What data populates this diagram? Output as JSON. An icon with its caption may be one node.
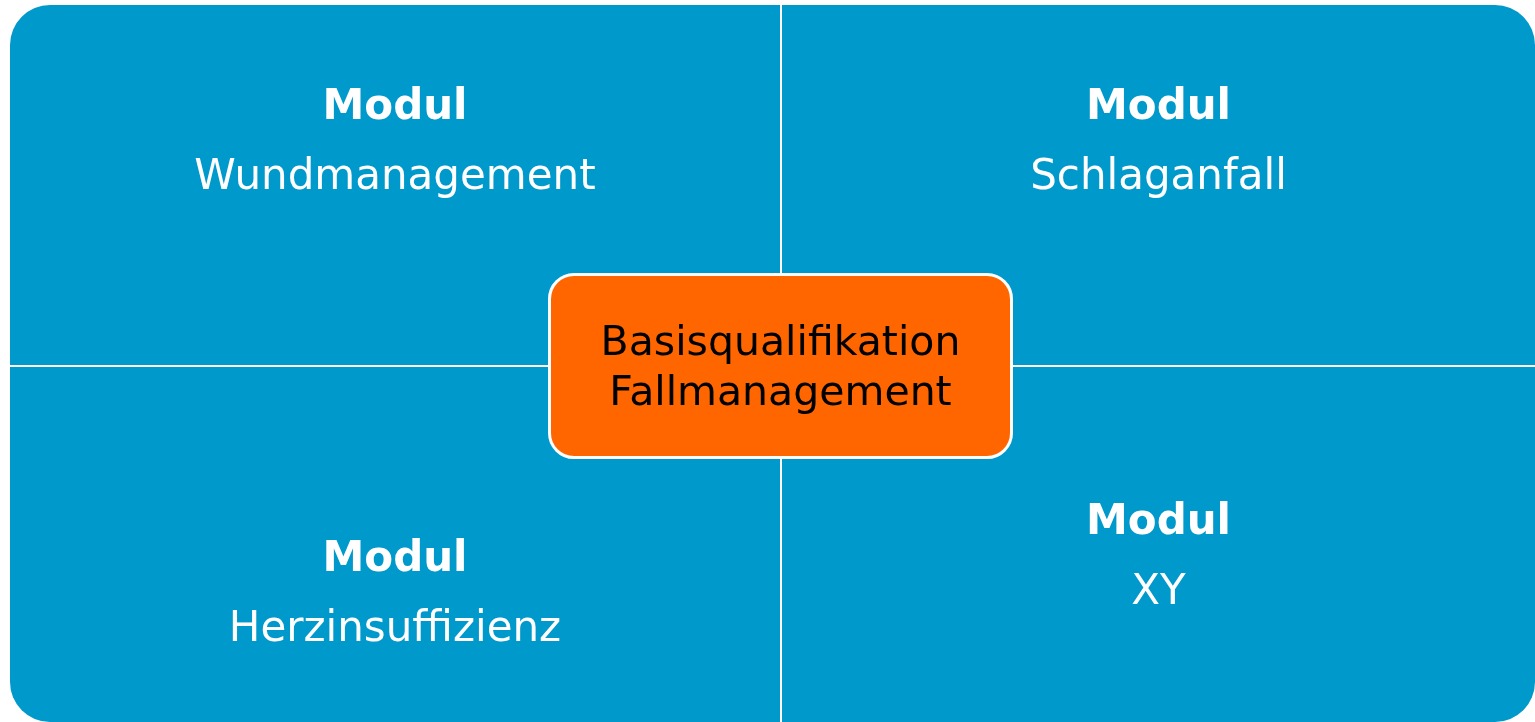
{
  "diagram": {
    "nodes": [
      {
        "text": [
          "Modul",
          "Wundmanagement"
        ]
      },
      {
        "text": [
          "Modul",
          "Schlaganfall"
        ]
      },
      {
        "text": [
          "Basisqualifikation Fallmanagement"
        ]
      },
      {
        "text": [
          "Modul",
          "Herzinsuffizienz"
        ]
      },
      {
        "text": [
          "Modul",
          "XY"
        ]
      }
    ]
  }
}
